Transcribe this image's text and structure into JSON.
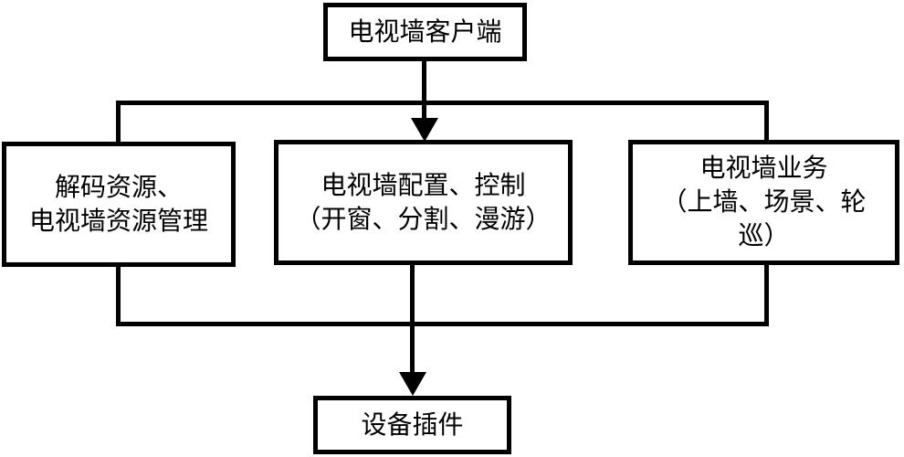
{
  "diagram": {
    "nodes": {
      "client": {
        "label": "电视墙客户端"
      },
      "resource": {
        "line1": "解码资源、",
        "line2": "电视墙资源管理"
      },
      "config": {
        "line1": "电视墙配置、控制",
        "line2": "（开窗、分割、漫游）"
      },
      "business": {
        "line1": "电视墙业务",
        "line2": "（上墙、场景、轮",
        "line3": "巡）"
      },
      "plugin": {
        "label": "设备插件"
      }
    },
    "edges": [
      {
        "from": "client",
        "to": "config",
        "style": "arrow"
      },
      {
        "from": "client",
        "to": "resource",
        "style": "line"
      },
      {
        "from": "client",
        "to": "business",
        "style": "line"
      },
      {
        "from": "resource",
        "to": "plugin",
        "style": "line"
      },
      {
        "from": "config",
        "to": "plugin",
        "style": "arrow"
      },
      {
        "from": "business",
        "to": "plugin",
        "style": "line"
      }
    ],
    "colors": {
      "line": "#000000",
      "text": "#000000",
      "box_fill": "#ffffff",
      "background": "#ffffff"
    }
  }
}
